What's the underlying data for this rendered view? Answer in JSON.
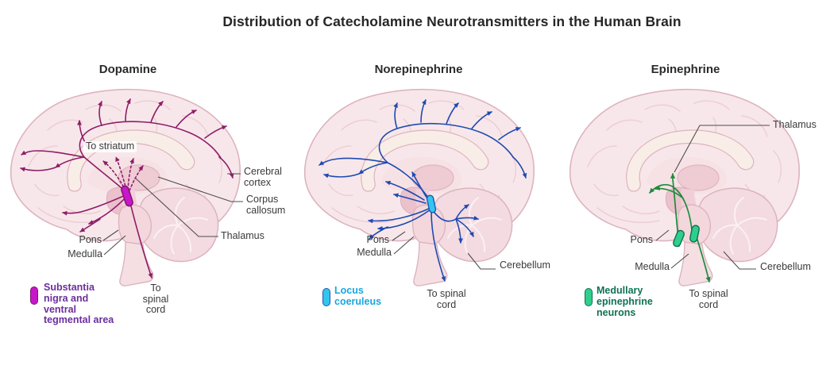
{
  "title": "Distribution of Catecholamine Neurotransmitters in the Human Brain",
  "panels": {
    "dopamine": {
      "heading": "Dopamine",
      "labels": {
        "to_striatum": "To striatum",
        "cerebral_cortex": "Cerebral\ncortex",
        "corpus_callosum": "Corpus\ncallosum",
        "thalamus": "Thalamus",
        "pons": "Pons",
        "medulla": "Medulla",
        "to_spinal_cord": "To\nspinal\ncord"
      },
      "legend": {
        "label": "Substantia\nnigra and\nventral\ntegmental area"
      }
    },
    "norepinephrine": {
      "heading": "Norepinephrine",
      "labels": {
        "pons": "Pons",
        "medulla": "Medulla",
        "cerebellum": "Cerebellum",
        "to_spinal_cord": "To spinal\ncord"
      },
      "legend": {
        "label": "Locus\ncoeruleus"
      }
    },
    "epinephrine": {
      "heading": "Epinephrine",
      "labels": {
        "thalamus": "Thalamus",
        "pons": "Pons",
        "medulla": "Medulla",
        "cerebellum": "Cerebellum",
        "to_spinal_cord": "To spinal\ncord"
      },
      "legend": {
        "label": "Medullary\nepinephrine\nneurons"
      }
    }
  },
  "colors": {
    "dopamine_path": "#8E1D68",
    "dopamine_nucleus": "#C816C9",
    "dopamine_nucleus_stroke": "#7D1571",
    "dopamine_legend_text": "#6B2E9E",
    "norepinephrine_path": "#1E4AB3",
    "norepinephrine_nucleus": "#33C6EC",
    "norepinephrine_nucleus_stroke": "#1A57B8",
    "norepinephrine_legend_text": "#18A7DE",
    "epinephrine_path": "#1F8B3E",
    "epinephrine_nucleus": "#2FCE8C",
    "epinephrine_nucleus_stroke": "#0E7150",
    "epinephrine_legend_text": "#0E7253"
  }
}
